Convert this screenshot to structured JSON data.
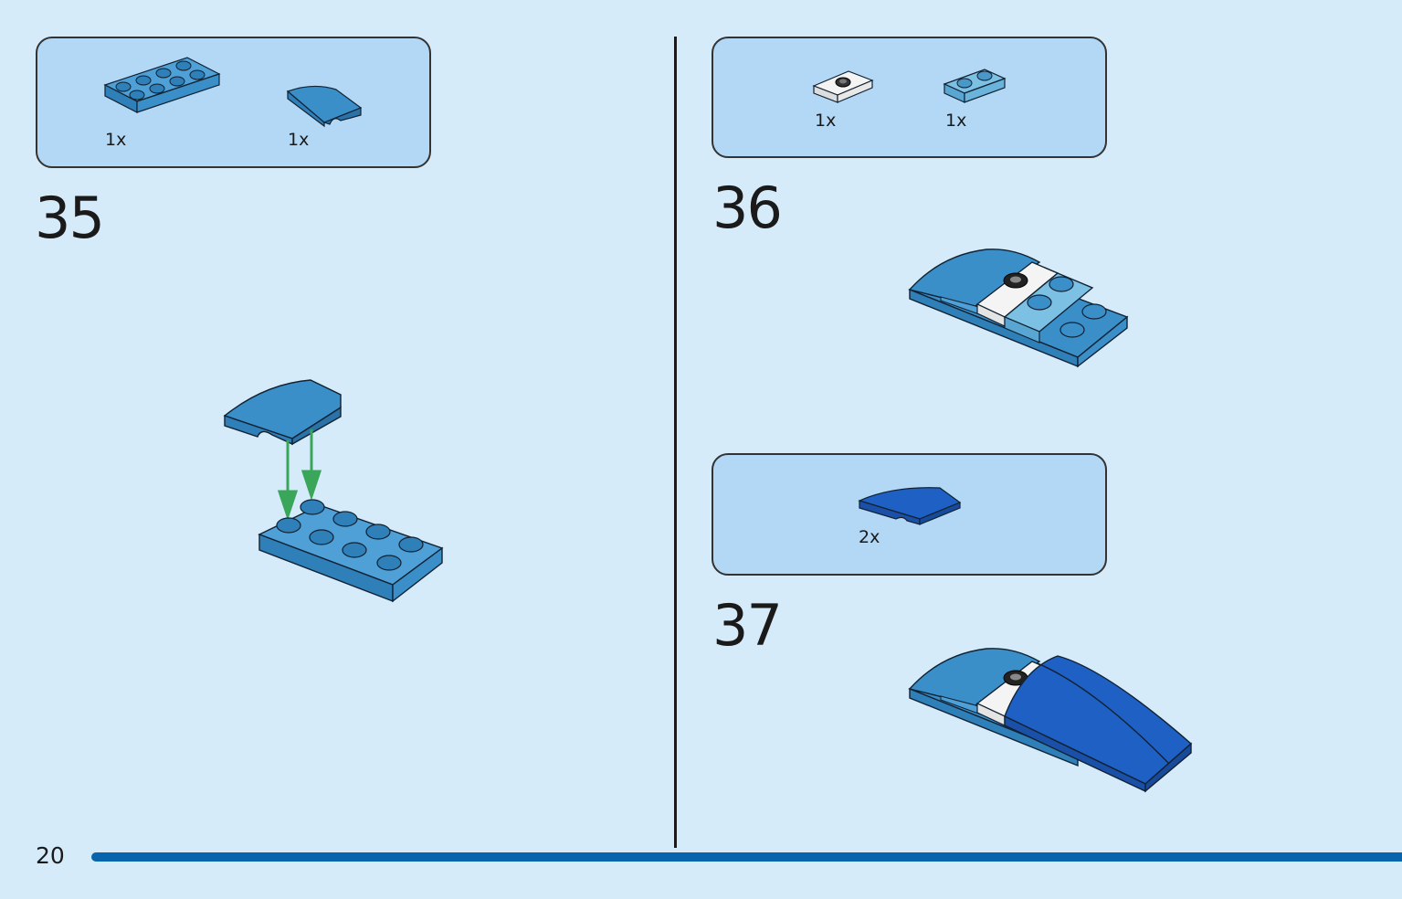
{
  "page": {
    "number": "20"
  },
  "steps": [
    {
      "number": "35",
      "parts": [
        {
          "name": "plate-2x4",
          "qty": "1x"
        },
        {
          "name": "curved-slope-2x2",
          "qty": "1x"
        }
      ]
    },
    {
      "number": "36",
      "parts": [
        {
          "name": "jumper-plate-1x2-white",
          "qty": "1x"
        },
        {
          "name": "plate-1x2-light-blue",
          "qty": "1x"
        }
      ]
    },
    {
      "number": "37",
      "parts": [
        {
          "name": "curved-slope-1x4-blue",
          "qty": "2x"
        }
      ]
    }
  ],
  "colors": {
    "background": "#d5ebfa",
    "parts_box": "#b3d8f5",
    "medium_azure": "#3a8fc9",
    "bright_blue": "#1f60c4",
    "light_blue": "#6ab4dc",
    "white_brick": "#f4f4f4",
    "arrow_green": "#3aa65a",
    "progress_bar": "#0864ad"
  }
}
